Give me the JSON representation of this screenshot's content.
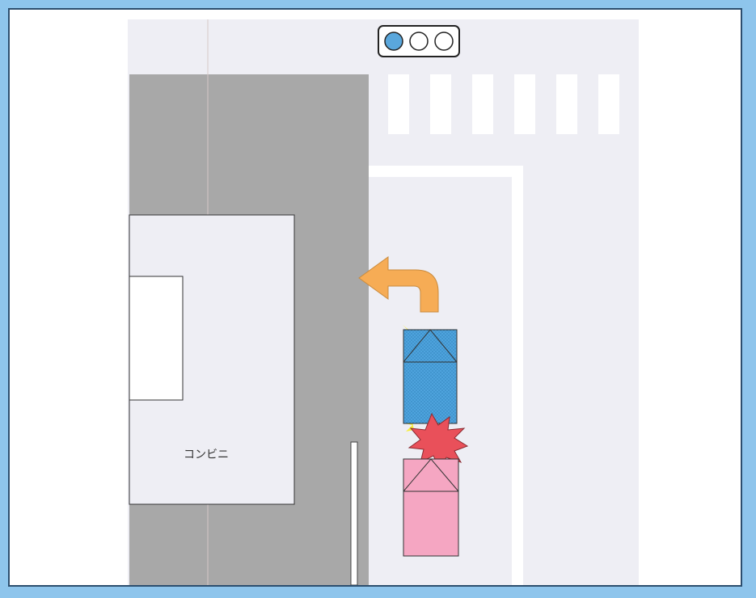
{
  "store": {
    "label": "コンビニ"
  },
  "signal": {
    "active": "blue-light",
    "colors": {
      "blue": "#5aa7dc",
      "off": "#ffffff"
    }
  },
  "colors": {
    "road": "#eeeef4",
    "sidewalk": "#a8a8a8",
    "lane_marking": "#ffffff",
    "blue_car": "#4ea3dd",
    "pink_car": "#f5a6c2",
    "turn_arrow": "#f6ac55",
    "collision_burst": "#e9505a",
    "impact_spark": "#f7ee3a"
  },
  "vehicles": [
    {
      "name": "blue-car",
      "role": "front",
      "maneuver": "left-turn"
    },
    {
      "name": "pink-car",
      "role": "rear"
    }
  ]
}
